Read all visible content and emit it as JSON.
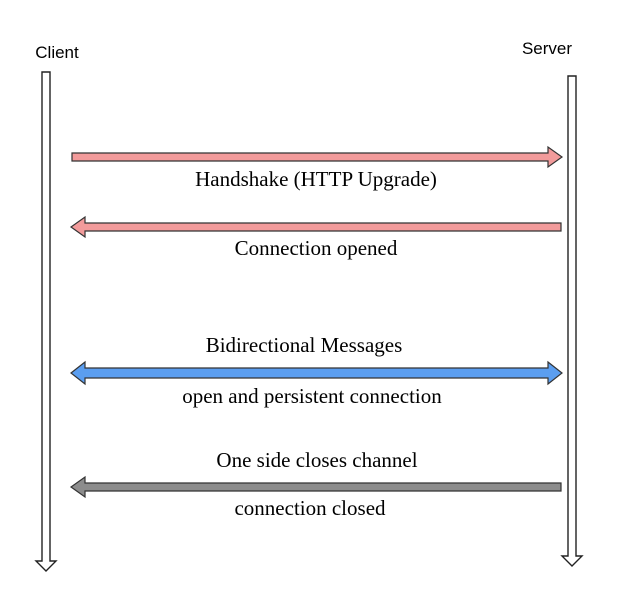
{
  "actors": {
    "client": "Client",
    "server": "Server"
  },
  "messages": [
    {
      "label": "Handshake (HTTP Upgrade)",
      "direction": "to-server",
      "color": "#f29b9b"
    },
    {
      "label": "Connection opened",
      "direction": "to-client",
      "color": "#f29b9b"
    },
    {
      "label_above": "Bidirectional  Messages",
      "label_below": "open and persistent connection",
      "direction": "both",
      "color": "#5b9ef0"
    },
    {
      "label_above": "One side closes channel",
      "label_below": "connection closed",
      "direction": "to-client",
      "color": "#8c8c8c"
    }
  ],
  "colors": {
    "lifeline_fill": "#ffffff",
    "outline": "#222222"
  }
}
